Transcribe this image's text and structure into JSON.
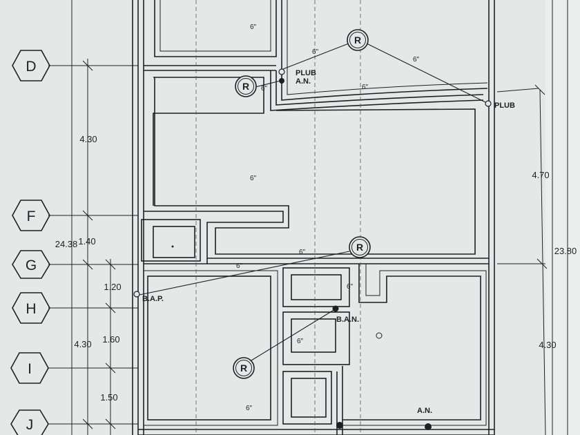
{
  "grid_bubbles": [
    "D",
    "F",
    "G",
    "H",
    "I",
    "J"
  ],
  "dimensions_left": {
    "overall": "24.38",
    "d_f": "4.30",
    "f_g": "1.40",
    "g_h": "1.20",
    "h_i": "1.60",
    "h_i_total": "4.30",
    "i_j": "1.50"
  },
  "dimensions_right": {
    "upper": "4.70",
    "overall": "23.80",
    "lower": "4.30"
  },
  "pipe_size_label": "6\"",
  "fixture_labels": {
    "plub_an_top": "PLUB",
    "plub_an_bottom": "A.N.",
    "plub_right": "PLUB",
    "bap": "B.A.P.",
    "ban": "B.A.N.",
    "an_bottom": "A.N."
  },
  "register_label": "R"
}
